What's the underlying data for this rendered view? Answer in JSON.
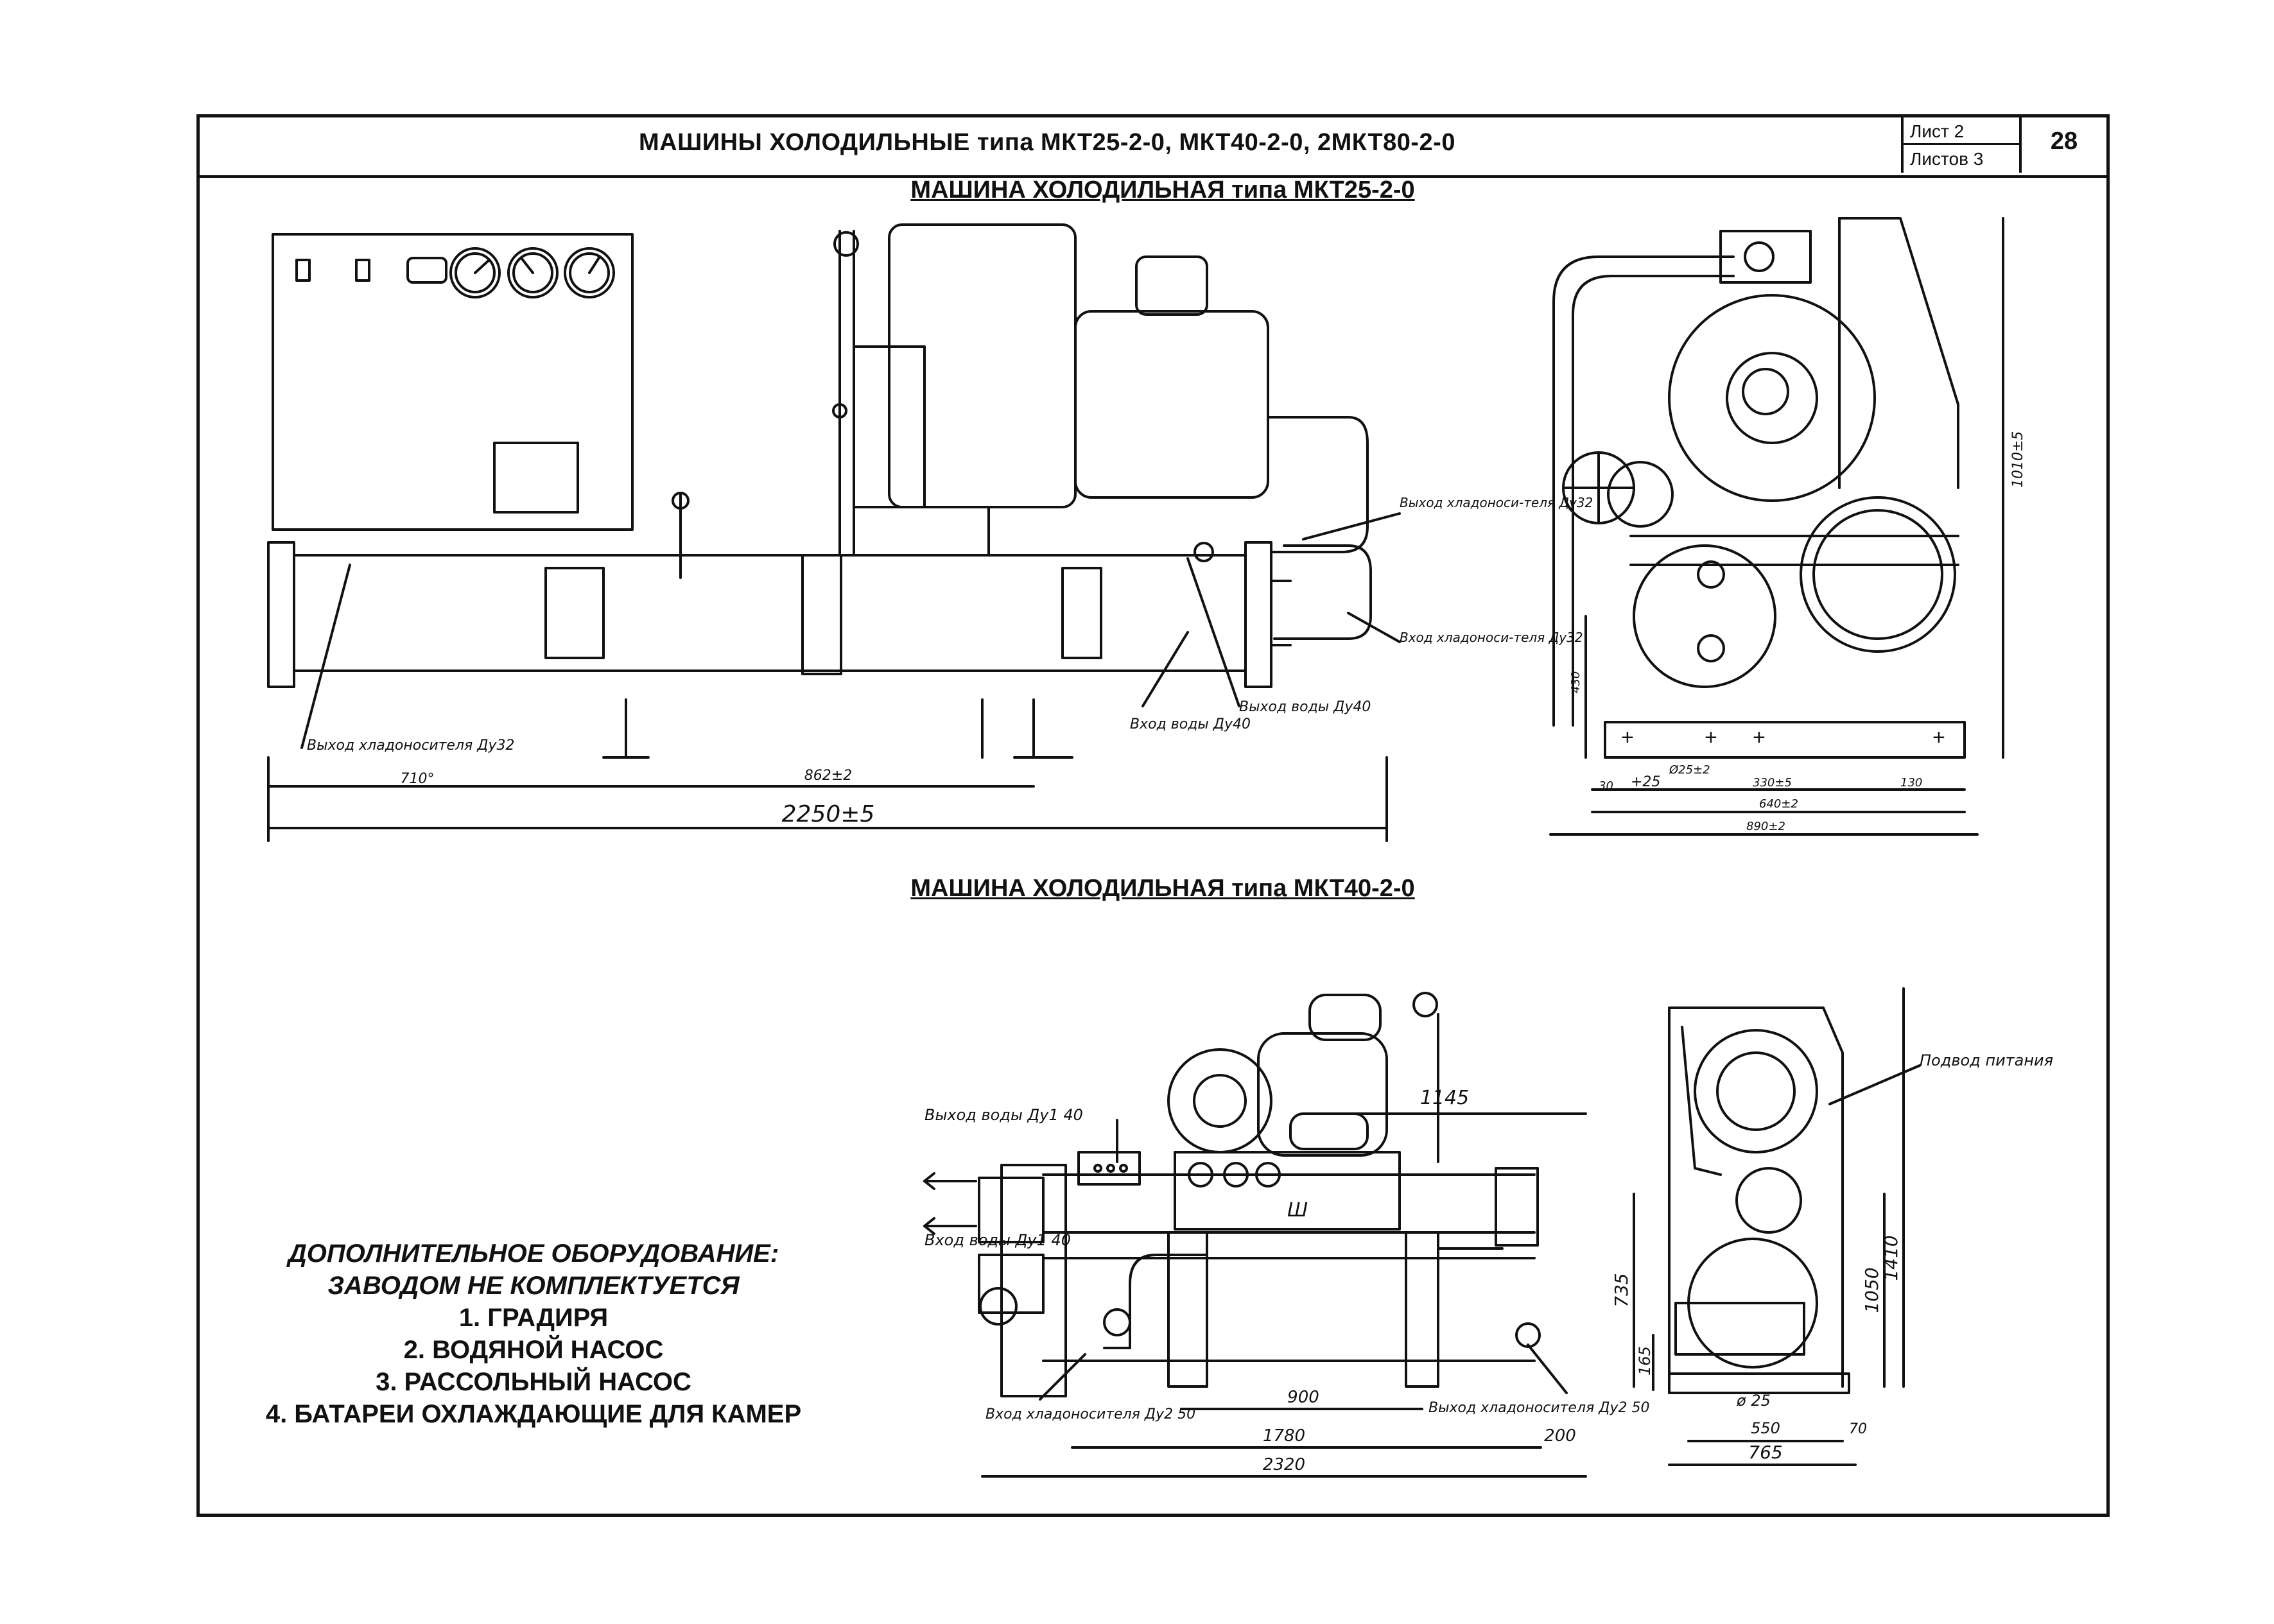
{
  "sheet": {
    "title": "МАШИНЫ ХОЛОДИЛЬНЫЕ типа МКТ25-2-0, МКТ40-2-0, 2МКТ80-2-0",
    "sheet_label": "Лист 2",
    "sheets_label": "Листов 3",
    "page_number": "28"
  },
  "section1": {
    "title": "МАШИНА ХОЛОДИЛЬНАЯ типа МКТ25-2-0",
    "labels": {
      "coolant_out": "Выход хладоносителя Ду32",
      "coolant_out_dim": "710°",
      "water_in": "Вход воды Ду40",
      "water_out": "Выход воды Ду40",
      "coolant_out_side": "Выход хладоноси-теля Ду32",
      "coolant_in_side": "Вход хладоноси-теля Ду32"
    },
    "dims": {
      "overall_length": "2250±5",
      "span_862": "862±2",
      "side_height": "1010±5",
      "side_430": "430",
      "side_330": "330±5",
      "side_130": "130",
      "side_640": "640±2",
      "side_890": "890±2",
      "side_30": "30",
      "side_25": "+25",
      "side_foot": "Ø25±2"
    }
  },
  "section2": {
    "title": "МАШИНА ХОЛОДИЛЬНАЯ типа МКТ40-2-0",
    "labels": {
      "water_out": "Выход воды Ду1 40",
      "water_in": "Вход воды Ду1 40",
      "coolant_in": "Вход хладоносителя Ду2 50",
      "coolant_out": "Выход хладоносителя Ду2 50",
      "power_supply": "Подвод питания",
      "panel_mark": "Ш"
    },
    "dims": {
      "d1145": "1145",
      "d900": "900",
      "d1780": "1780",
      "d200": "200",
      "d2320": "2320",
      "d735": "735",
      "d165": "165",
      "d1050": "1050",
      "d1410": "1410",
      "d25": "ø 25",
      "d550": "550",
      "d70": "70",
      "d765": "765"
    }
  },
  "notes": {
    "heading_1": "ДОПОЛНИТЕЛЬНОЕ ОБОРУДОВАНИЕ:",
    "heading_2": "ЗАВОДОМ НЕ КОМПЛЕКТУЕТСЯ",
    "items": [
      "1. ГРАДИРЯ",
      "2. ВОДЯНОЙ НАСОС",
      "3. РАССОЛЬНЫЙ НАСОС",
      "4. БАТАРЕИ ОХЛАЖДАЮЩИЕ ДЛЯ КАМЕР"
    ]
  }
}
